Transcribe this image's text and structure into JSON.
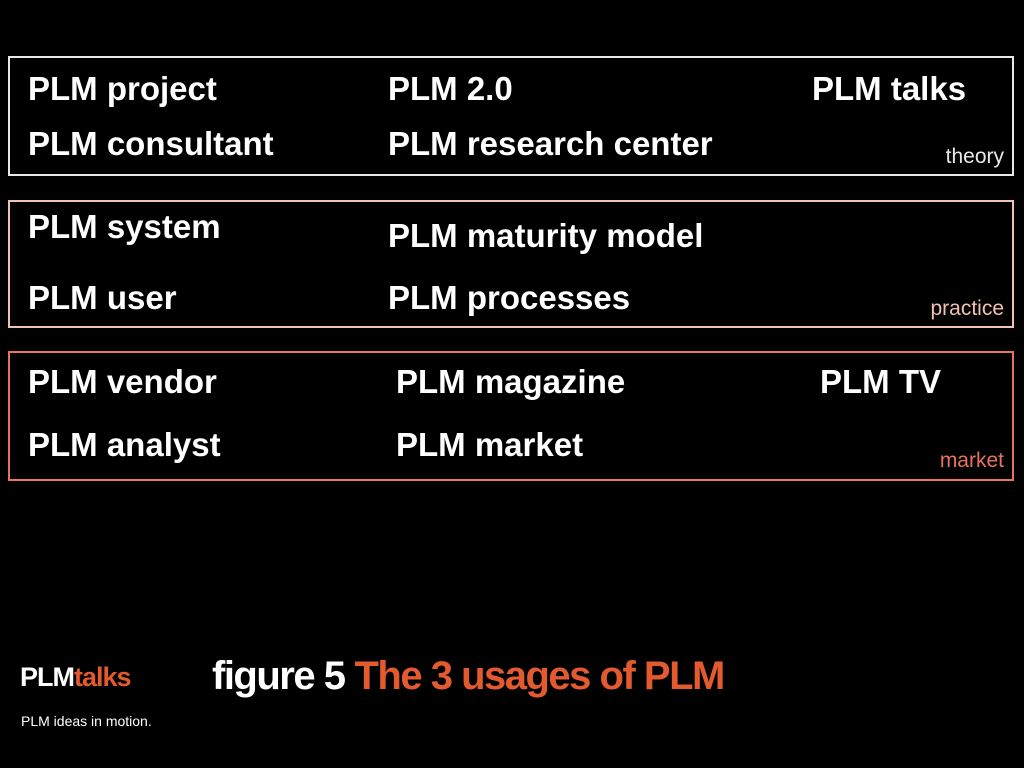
{
  "groups": [
    {
      "category": "theory",
      "color": "#e8e8e8",
      "terms": [
        "PLM project",
        "PLM 2.0",
        "PLM talks",
        "PLM consultant",
        "PLM research center"
      ]
    },
    {
      "category": "practice",
      "color": "#f2c2b0",
      "terms": [
        "PLM system",
        "PLM maturity model",
        "PLM user",
        "PLM processes"
      ]
    },
    {
      "category": "market",
      "color": "#e8735a",
      "terms": [
        "PLM vendor",
        "PLM magazine",
        "PLM TV",
        "PLM analyst",
        "PLM market"
      ]
    }
  ],
  "footer": {
    "logo_main": "PLM",
    "logo_accent": "talks",
    "tagline": "PLM ideas in motion.",
    "figure_number": "figure 5",
    "figure_caption": "The 3 usages of PLM",
    "accent_color": "#e35a2f"
  }
}
